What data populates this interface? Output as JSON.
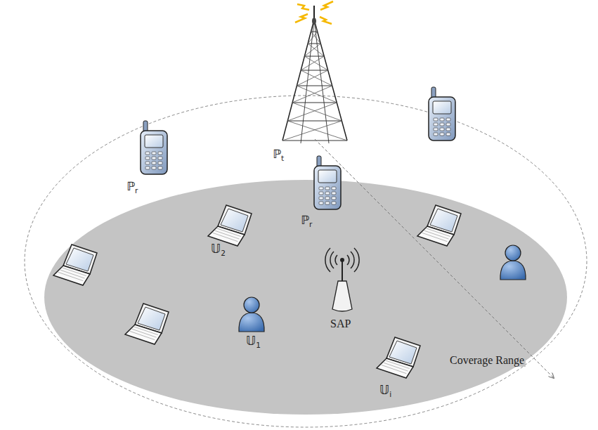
{
  "diagram": {
    "labels": [
      "ℙt",
      "ℙr",
      "ℙr",
      "𝕌2",
      "𝕌1",
      "𝕌i",
      "SAP",
      "Coverage Range"
    ]
  }
}
